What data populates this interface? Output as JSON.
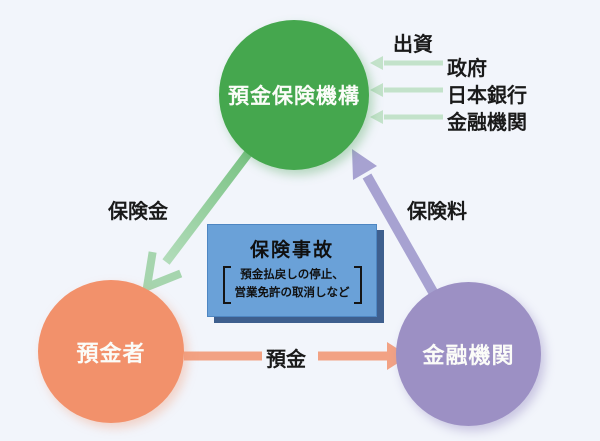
{
  "canvas": {
    "background": "#f2f5fb"
  },
  "nodes": {
    "insurer": {
      "label": "預金保険機構",
      "color": "#45a74e"
    },
    "depositor": {
      "label": "預金者",
      "color": "#f2916b"
    },
    "bank": {
      "label": "金融機関",
      "color": "#9c90c4"
    }
  },
  "event_box": {
    "title": "保険事故",
    "detail_line1": "預金払戻しの停止、",
    "detail_line2": "営業免許の取消しなど",
    "fill": "#6aa1d8",
    "shadow": "#3e5f8e"
  },
  "flows": {
    "payout": {
      "label": "保険金",
      "head_color": "#a6d5ae",
      "shaft_from": "#79c283",
      "shaft_to": "#b2dcba"
    },
    "premium": {
      "label": "保険料",
      "color": "#a7a2d1"
    },
    "deposit": {
      "label": "預金",
      "color": "#f2a284"
    }
  },
  "funding": {
    "heading": "出資",
    "sources": [
      "政府",
      "日本銀行",
      "金融機関"
    ],
    "arrow_color": "#c3e2ca"
  }
}
